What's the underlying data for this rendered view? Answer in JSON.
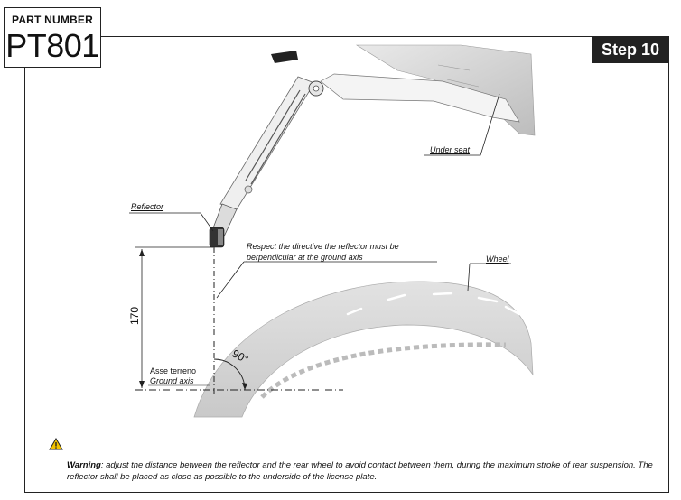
{
  "header": {
    "part_number_label": "PART NUMBER",
    "part_number": "PT801",
    "step": "Step 10"
  },
  "labels": {
    "under_seat": "Under seat",
    "reflector": "Reflector",
    "directive_line1": "Respect the directive the reflector must be",
    "directive_line2": "perpendicular at the ground axis",
    "wheel": "Wheel",
    "dimension": "170",
    "angle": "90°",
    "ground_it": "Asse terreno",
    "ground_en": "Ground axis"
  },
  "warning": {
    "lead": "Warning",
    "text": ": adjust the distance between the reflector and the rear wheel to avoid contact between them, during the maximum stroke of rear suspension. The reflector shall be placed as close as possible to the underside of the license plate."
  },
  "icons": {
    "warning": "warning-triangle-icon"
  },
  "colors": {
    "frame": "#222222",
    "step_bg": "#222222",
    "step_text": "#ffffff",
    "warn_fill": "#f2c200"
  }
}
